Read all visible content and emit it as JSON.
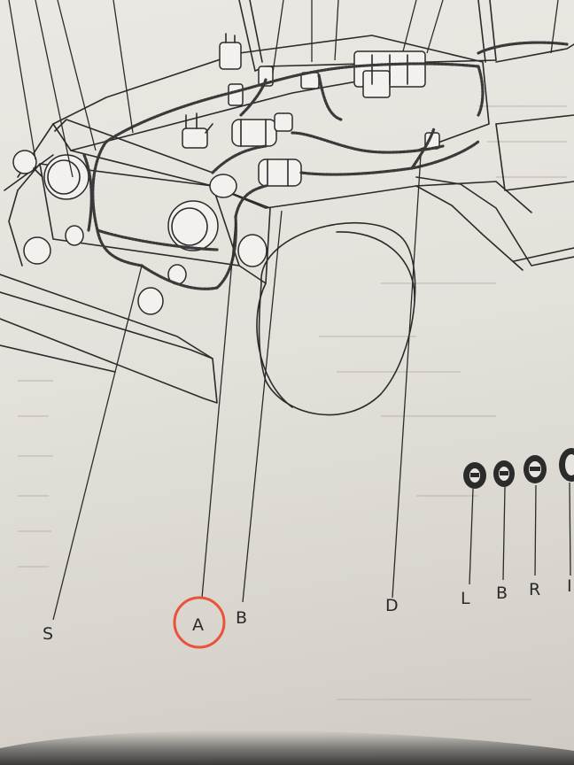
{
  "callouts": {
    "s": "S",
    "a": "A",
    "b": "B",
    "d": "D"
  },
  "grommets": {
    "l": "L",
    "b": "B",
    "r": "R",
    "partial": "I"
  },
  "colors": {
    "ink": "#2b2b2b",
    "highlight_circle": "#e8533a",
    "paper": "#e8e5e0"
  }
}
